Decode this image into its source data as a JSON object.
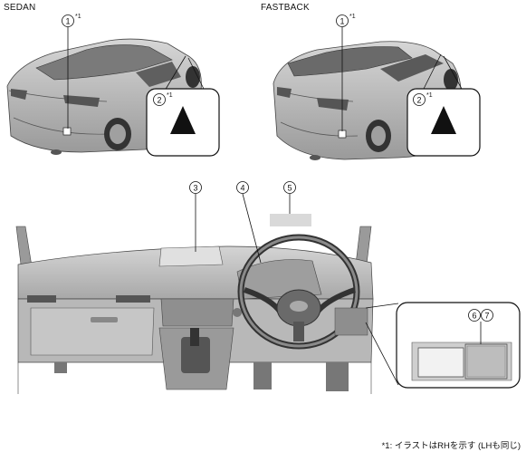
{
  "titles": {
    "sedan": "SEDAN",
    "fastback": "FASTBACK"
  },
  "callouts": {
    "c1": "①",
    "c2": "②",
    "c3": "3",
    "c4": "4",
    "c5": "5",
    "c6": "6",
    "c7": "⑦",
    "sup": "*1"
  },
  "footnote": "*1: イラストはRHを示す (LHも同じ)",
  "colors": {
    "line": "#1a1a1a",
    "car_body": "#bdbdbd",
    "car_shadow": "#8a8a8a",
    "dash": "#c8c8c8",
    "dash_dark": "#7d7d7d",
    "highlight_box": "#d9d9d9"
  },
  "icons": {
    "warning_triangle": "triangle-icon"
  }
}
